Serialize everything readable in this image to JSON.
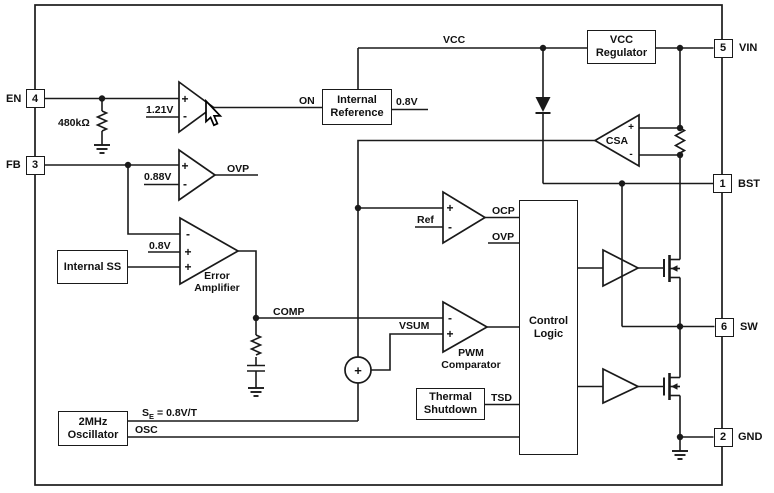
{
  "pins": {
    "en": {
      "label": "EN",
      "number": "4"
    },
    "fb": {
      "label": "FB",
      "number": "3"
    },
    "vin": {
      "label": "VIN",
      "number": "5"
    },
    "bst": {
      "label": "BST",
      "number": "1"
    },
    "sw": {
      "label": "SW",
      "number": "6"
    },
    "gnd": {
      "label": "GND",
      "number": "2"
    }
  },
  "blocks": {
    "vcc_regulator": {
      "line1": "VCC",
      "line2": "Regulator"
    },
    "internal_reference": {
      "line1": "Internal",
      "line2": "Reference"
    },
    "internal_ss": {
      "line1": "Internal SS"
    },
    "oscillator": {
      "line1": "2MHz",
      "line2": "Oscillator"
    },
    "thermal_shutdown": {
      "line1": "Thermal",
      "line2": "Shutdown"
    },
    "control_logic": {
      "line1": "Control",
      "line2": "Logic"
    }
  },
  "labels": {
    "vcc": "VCC",
    "on": "ON",
    "ref_out": "0.8V",
    "en_ref": "1.21V",
    "ovp_ref": "0.88V",
    "ea_ref": "0.8V",
    "ovp_out": "OVP",
    "ocp_ref": "Ref",
    "ocp": "OCP",
    "ovp_in": "OVP",
    "comp": "COMP",
    "vsum": "VSUM",
    "tsd": "TSD",
    "osc": "OSC",
    "se_base": "S",
    "se_sub": "E",
    "se_rest": "= 0.8V/T",
    "pulldown": "480kΩ",
    "error1": "Error",
    "error2": "Amplifier",
    "pwm1": "PWM",
    "pwm2": "Comparator",
    "csa": "CSA"
  },
  "symbols": {
    "plus": "+",
    "minus": "-",
    "sum_plus": "+"
  }
}
